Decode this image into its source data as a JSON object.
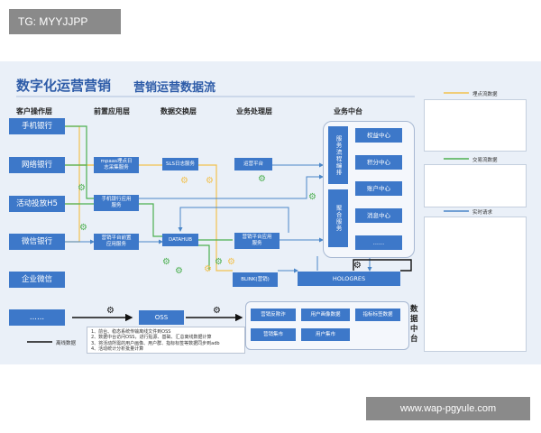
{
  "watermark_top": "TG: MYYJJPP",
  "watermark_bottom": "www.wap-pgyule.com",
  "title": "数字化运营营销",
  "subtitle": "营销运营数据流",
  "layers": [
    "客户操作层",
    "前置应用层",
    "数据交换层",
    "业务处理层",
    "业务中台"
  ],
  "customer_items": [
    "手机银行",
    "网络银行",
    "活动投放H5",
    "微信银行",
    "企业微信",
    "......"
  ],
  "front_apps": [
    "mpaas埋点日\n志采集服务",
    "手机银行应用\n服务",
    "营销平台前置\n应用服务"
  ],
  "exchange": [
    "SLS日志服务",
    "DATAHUB",
    "OSS"
  ],
  "processing": [
    "运营平台",
    "营销平台应用\n服务",
    "BLINK(营销)"
  ],
  "business_platform": {
    "process_service": "服务流程编排",
    "aggregate_service": "聚合服务",
    "centers": [
      "权益中心",
      "积分中心",
      "账户中心",
      "消息中心",
      "......"
    ]
  },
  "hologres": "HOLOGRES",
  "data_platform": {
    "label": "数据中台",
    "items": [
      "营销反欺诈",
      "用户画像数据",
      "指标标签数据",
      "营销集市",
      "用户集市"
    ]
  },
  "legend": [
    "埋点流数据",
    "交易流数据",
    "实时请求",
    "离线数据"
  ],
  "notes": [
    "1、前台、稳态系统传输离线文件到OSS",
    "2、数据中台访问OSS，进行贴源、基础、汇总离线数据计算",
    "3、将活动所需的用户画像、用户群、指标标签等数据同步到adb",
    "4、活动统计分析批量计算"
  ],
  "colors": {
    "title": "#2e5ca8",
    "box": "#3d78c9",
    "canvas": "#eaf0f8",
    "track_flow": "#f2c14e",
    "trade_flow": "#4caf50",
    "realtime": "#4a86c8",
    "offline": "#111111"
  },
  "icons": [
    "gear-icon"
  ]
}
